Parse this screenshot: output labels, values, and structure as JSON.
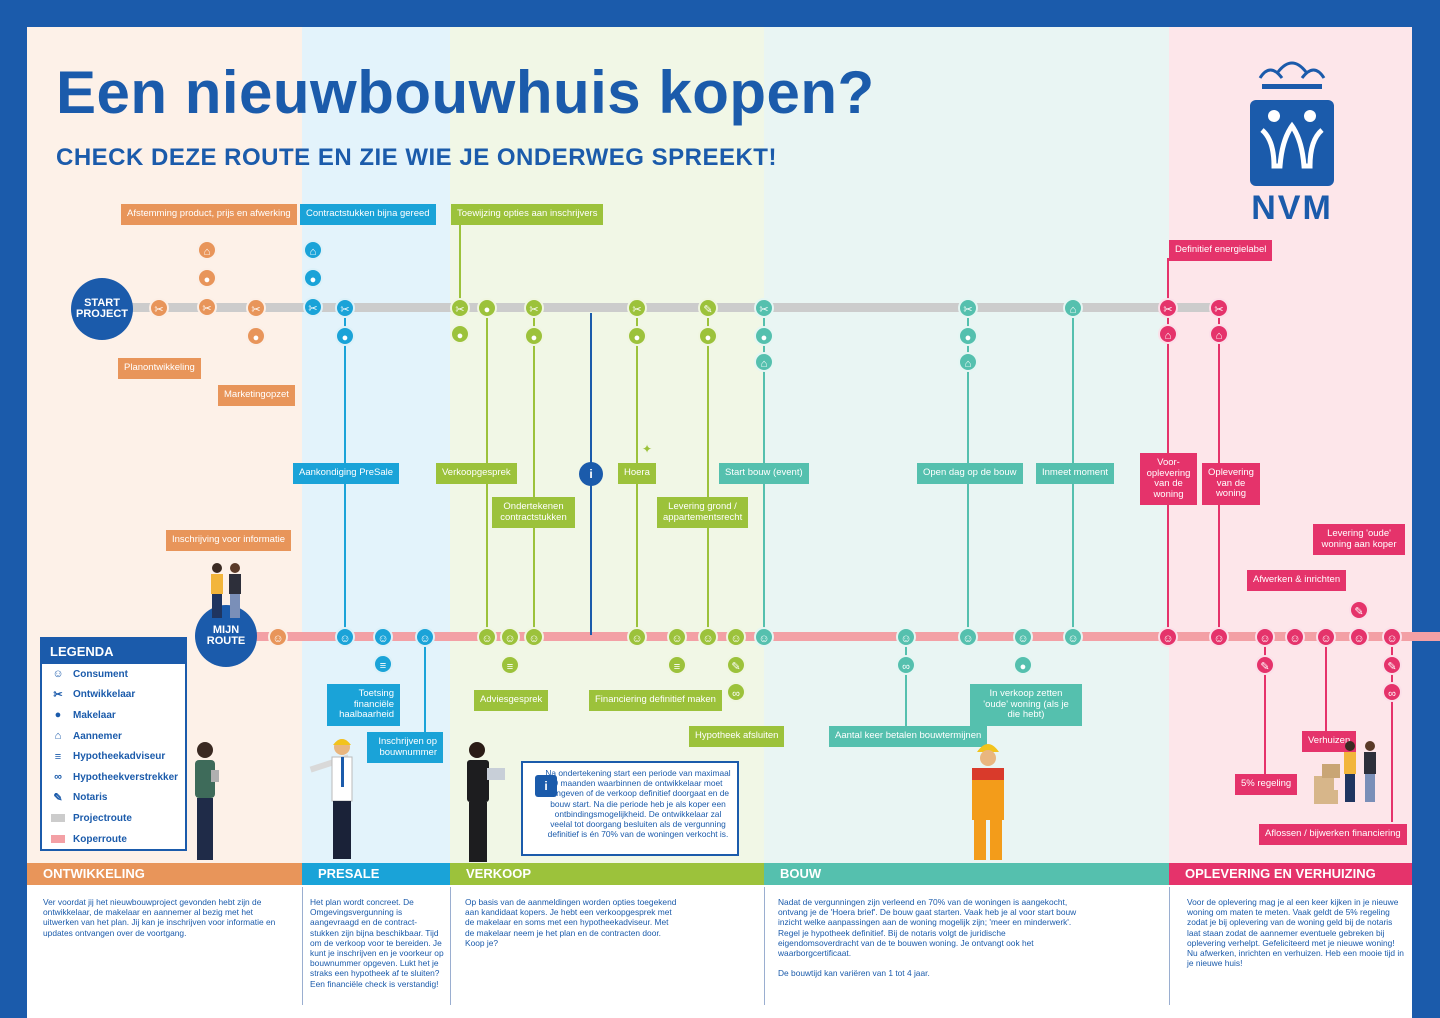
{
  "title": "Een nieuwbouwhuis kopen?",
  "subtitle": "CHECK DEZE ROUTE EN ZIE WIE JE ONDERWEG SPREEKT!",
  "logo_text": "NVM",
  "colors": {
    "frame": "#1b5bab",
    "ontwikkeling": "#e8955a",
    "presale": "#1aa3d8",
    "verkoop": "#9cc23b",
    "bouw": "#55c0ae",
    "oplevering": "#e5336b",
    "projectroute": "#cccccc",
    "koperroute": "#f3a0a5"
  },
  "badges": {
    "start": "START PROJECT",
    "mijn_route": "MIJN ROUTE"
  },
  "labels": {
    "afstemming": "Afstemming product, prijs en afwerking",
    "contractstukken_gereed": "Contractstukken bijna gereed",
    "toewijzing": "Toewijzing opties aan inschrijvers",
    "planontwikkeling": "Planontwikkeling",
    "marketingopzet": "Marketingopzet",
    "energielabel": "Definitief energielabel",
    "aankondiging": "Aankondiging PreSale",
    "verkoopgesprek": "Verkoopgesprek",
    "ondertekenen": "Ondertekenen contractstukken",
    "hoera": "Hoera",
    "levering_grond": "Levering grond / appartementsrecht",
    "start_bouw": "Start bouw (event)",
    "open_dag": "Open dag op de bouw",
    "inmeet": "Inmeet moment",
    "vooroplevering": "Voor-oplevering van de woning",
    "oplevering_woning": "Oplevering van de woning",
    "levering_oude": "Levering 'oude' woning aan koper",
    "afwerken": "Afwerken & inrichten",
    "inschrijving": "Inschrijving voor informatie",
    "toetsing": "Toetsing financiële haalbaarheid",
    "inschrijven": "Inschrijven op bouwnummer",
    "adviesgesprek": "Adviesgesprek",
    "financiering": "Financiering definitief maken",
    "hypotheek": "Hypotheek afsluiten",
    "termijnen": "Aantal keer betalen bouwtermijnen",
    "verkoop_oude": "In verkoop zetten 'oude' woning (als je die hebt)",
    "regeling": "5% regeling",
    "verhuizen": "Verhuizen",
    "aflossen": "Aflossen / bijwerken financiering"
  },
  "legend": {
    "title": "LEGENDA",
    "items": [
      {
        "label": "Consument",
        "icon": "smile-icon"
      },
      {
        "label": "Ontwikkelaar",
        "icon": "tools-icon"
      },
      {
        "label": "Makelaar",
        "icon": "person-icon"
      },
      {
        "label": "Aannemer",
        "icon": "helmet-icon"
      },
      {
        "label": "Hypotheekadviseur",
        "icon": "coins-icon"
      },
      {
        "label": "Hypotheekverstrekker",
        "icon": "handshake-icon"
      },
      {
        "label": "Notaris",
        "icon": "pen-icon"
      },
      {
        "label": "Projectroute",
        "icon": "grey-bar"
      },
      {
        "label": "Koperroute",
        "icon": "pink-bar"
      }
    ]
  },
  "info_text": "Na ondertekening start een periode van maximaal 9 maanden waarbinnen de ontwikkelaar moet aangeven of de verkoop definitief doorgaat en de bouw start. Na die periode heb je als koper een ontbindingsmogelijkheid. De ontwikkelaar zal veelal tot doorgang besluiten als de vergunning definitief is én 70% van de woningen verkocht is.",
  "phases": [
    {
      "name": "ONTWIKKELING",
      "text": "Ver voordat jij het nieuwbouwproject gevonden hebt zijn de ontwikkelaar, de makelaar en aannemer al bezig met het uitwerken van het plan. Jij kan je inschrijven voor informatie en updates ontvangen over de voortgang."
    },
    {
      "name": "PRESALE",
      "text": "Het plan wordt concreet. De Omgevingsvergunning is aangevraagd en de contract-stukken zijn bijna beschikbaar. Tijd om de verkoop voor te bereiden. Je kunt je inschrijven en je voorkeur op bouwnummer opgeven. Lukt het je straks een hypotheek af te sluiten? Een financiële check is verstandig!"
    },
    {
      "name": "VERKOOP",
      "text": "Op basis van de aanmeldingen worden opties toegekend aan kandidaat kopers. Je hebt een verkoopgesprek met de makelaar en soms met een hypotheekadviseur. Met de makelaar neem je het plan en de contracten door. Koop je?"
    },
    {
      "name": "BOUW",
      "text": "Nadat de vergunningen zijn verleend en 70% van de woningen is aangekocht, ontvang je de 'Hoera brief'. De bouw gaat starten. Vaak heb je al voor start bouw inzicht welke aanpassingen aan de woning mogelijk zijn; 'meer en minderwerk'. Regel je hypotheek definitief. Bij de notaris volgt de juridische eigendomsoverdracht van de te bouwen woning. Je ontvangt ook het waarborgcertificaat.",
      "text2": "De bouwtijd kan variëren van 1 tot 4 jaar."
    },
    {
      "name": "OPLEVERING EN VERHUIZING",
      "text": "Voor de oplevering mag je al een keer kijken in je nieuwe woning om maten te meten. Vaak geldt de 5% regeling zodat je bij oplevering van de woning geld bij de notaris laat staan zodat de aannemer eventuele gebreken bij oplevering verhelpt. Gefeliciteerd met je nieuwe woning! Nu afwerken, inrichten en verhuizen. Heb een mooie tijd in je nieuwe huis!"
    }
  ]
}
